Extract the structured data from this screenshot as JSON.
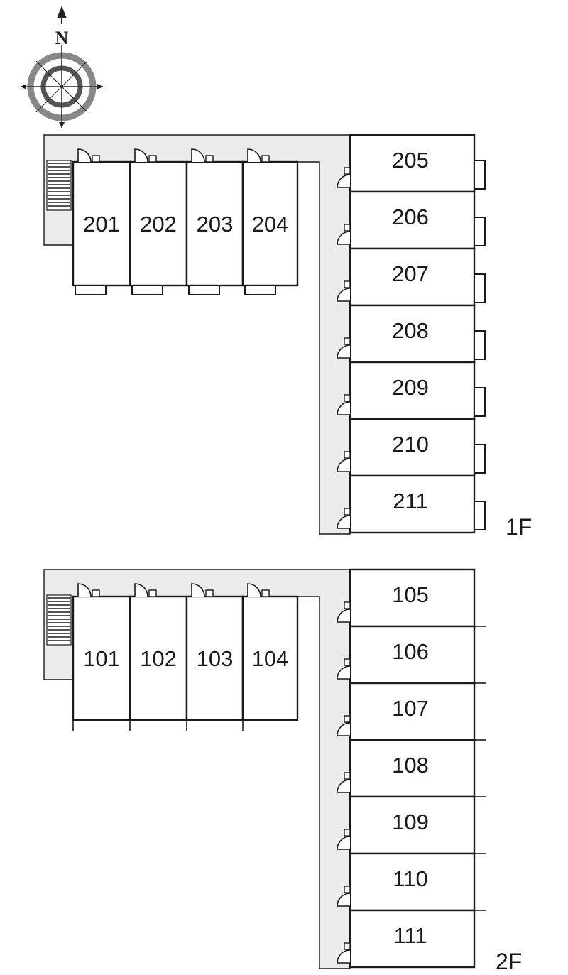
{
  "compass": {
    "label": "N",
    "icon": "compass-rose-icon"
  },
  "floors": [
    {
      "label": "1F",
      "west_units": [
        "201",
        "202",
        "203",
        "204"
      ],
      "east_units": [
        "205",
        "206",
        "207",
        "208",
        "209",
        "210",
        "211"
      ]
    },
    {
      "label": "2F",
      "west_units": [
        "101",
        "102",
        "103",
        "104"
      ],
      "east_units": [
        "105",
        "106",
        "107",
        "108",
        "109",
        "110",
        "111"
      ]
    }
  ],
  "colors": {
    "walkway": "#ececec",
    "line": "#1a1a1a",
    "background": "#ffffff"
  }
}
